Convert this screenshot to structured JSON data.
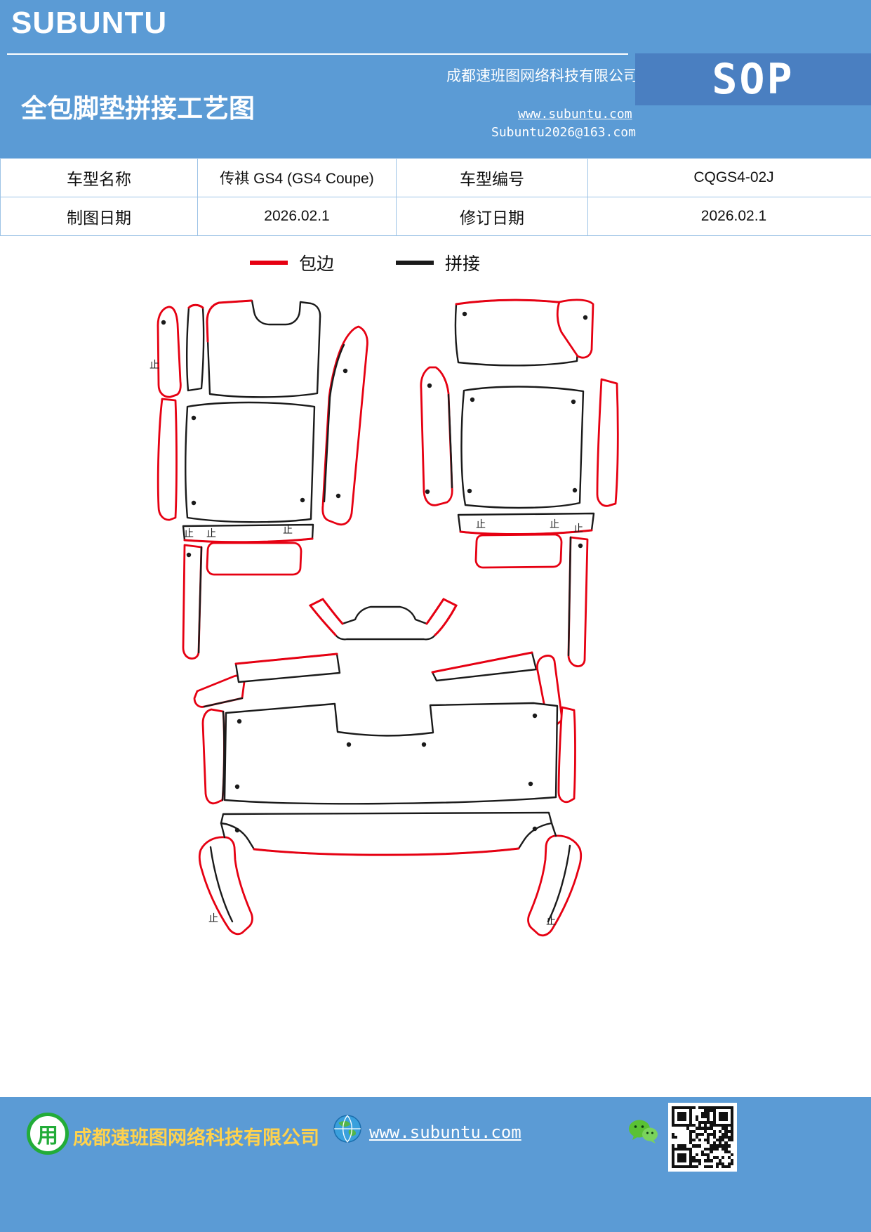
{
  "header": {
    "brand": "SUBUNTU",
    "title": "全包脚垫拼接工艺图",
    "company": "成都速班图网络科技有限公司",
    "website": "www.subuntu.com",
    "email": "Subuntu2026@163.com",
    "sop_label": "SOP"
  },
  "info_table": {
    "rows": [
      [
        "车型名称",
        "传祺 GS4 (GS4 Coupe)",
        "车型编号",
        "CQGS4-02J"
      ],
      [
        "制图日期",
        "2026.02.1",
        "修订日期",
        "2026.02.1"
      ]
    ]
  },
  "legend": {
    "items": [
      {
        "label": "包边",
        "color": "#e60012"
      },
      {
        "label": "拼接",
        "color": "#1a1a1a"
      }
    ]
  },
  "diagram": {
    "mark": "止",
    "edge_color": "#e60012",
    "seam_color": "#1a1a1a"
  },
  "footer": {
    "company": "成都速班图网络科技有限公司",
    "website": "www.subuntu.com",
    "building_glyph": "用"
  },
  "colors": {
    "band_blue": "#5b9bd5",
    "sop_blue": "#4a7fc1",
    "table_border": "#9dc3e6",
    "footer_company_text": "#ffd24d"
  }
}
